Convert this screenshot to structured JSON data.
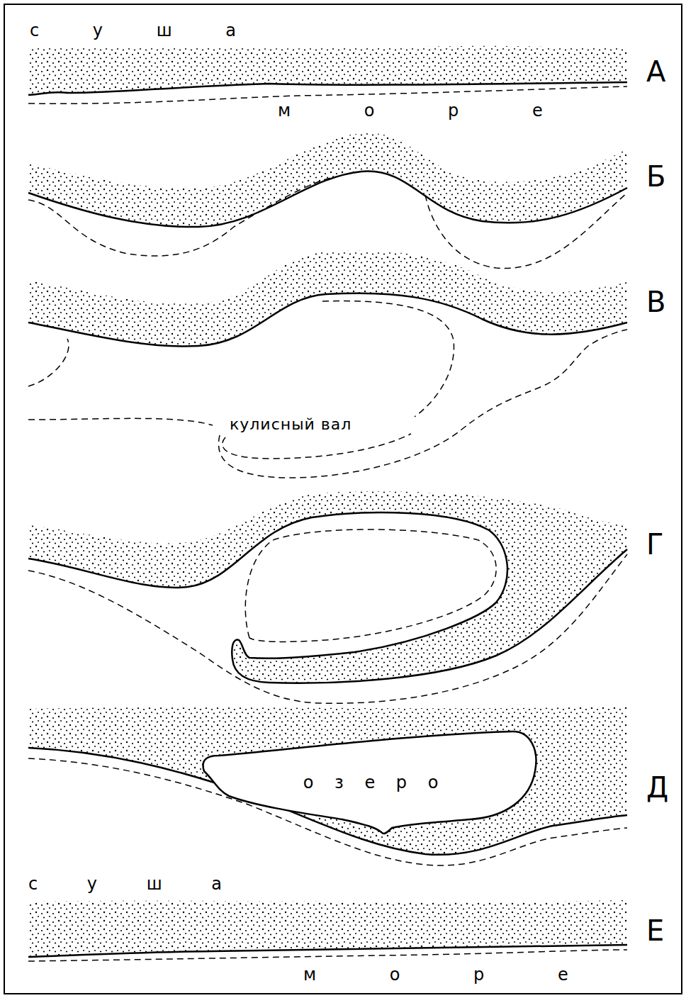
{
  "diagram": {
    "nodes": [
      {
        "text": [
          "о з е р о"
        ]
      }
    ],
    "labels": [
      "с у ш а",
      "А",
      "м о р е",
      "Б",
      "В",
      "кулисный вал",
      "Г",
      "Д",
      "с у ш а",
      "Е",
      "м о р е"
    ]
  }
}
